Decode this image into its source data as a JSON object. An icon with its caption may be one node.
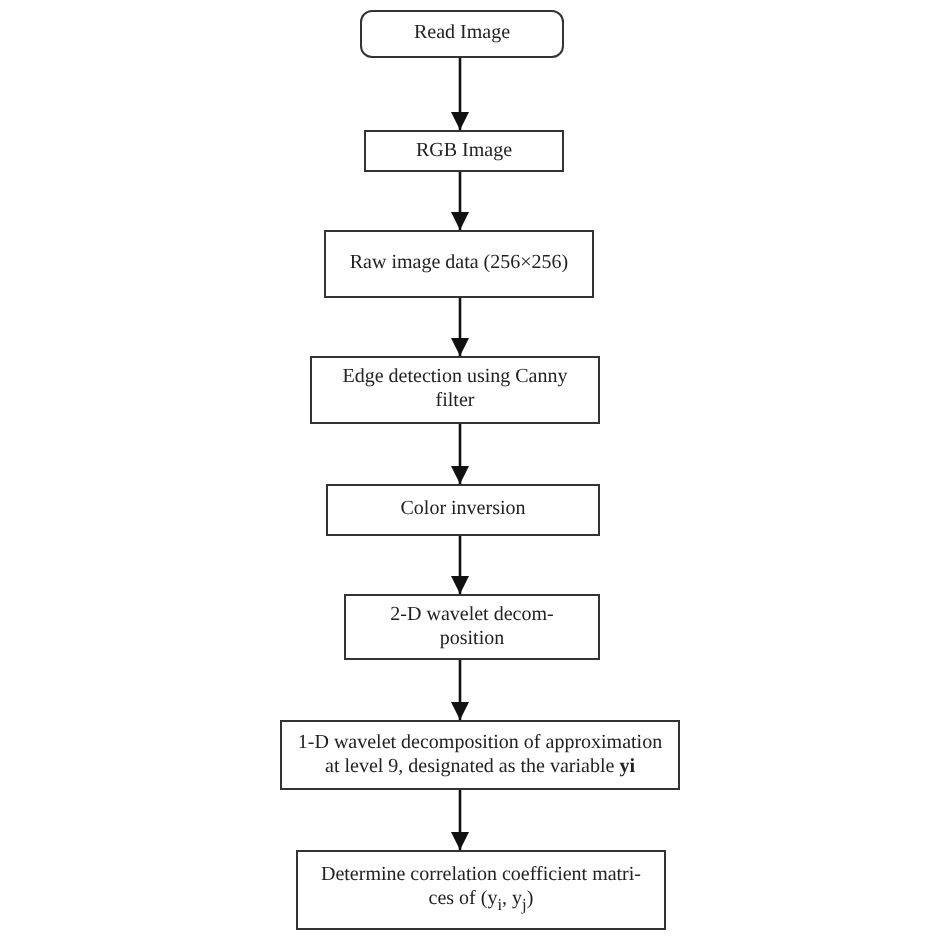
{
  "diagram": {
    "nodes": [
      {
        "text": [
          "Read Image"
        ]
      },
      {
        "text": [
          "RGB Image"
        ]
      },
      {
        "text": [
          "Raw image data (256×256)"
        ]
      },
      {
        "text": [
          "Edge detection using Canny filter"
        ]
      },
      {
        "text": [
          "Color inversion"
        ]
      },
      {
        "text": [
          "2-D wavelet decom- position"
        ]
      },
      {
        "text": [
          "1-D wavelet decomposition of approximation at level 9, designated as the variable **yi**"
        ]
      },
      {
        "text": [
          "Determine correlation coefficient matri- ces of (y$_{i}$, y$_{j}$)"
        ]
      }
    ],
    "edges": [
      {
        "from": 0,
        "to": 1,
        "arrow": "to"
      },
      {
        "from": 1,
        "to": 2,
        "arrow": "to"
      },
      {
        "from": 2,
        "to": 3,
        "arrow": "to"
      },
      {
        "from": 3,
        "to": 4,
        "arrow": "to"
      },
      {
        "from": 4,
        "to": 5,
        "arrow": "to"
      },
      {
        "from": 5,
        "to": 6,
        "arrow": "to"
      },
      {
        "from": 6,
        "to": 7,
        "arrow": "to"
      }
    ]
  }
}
